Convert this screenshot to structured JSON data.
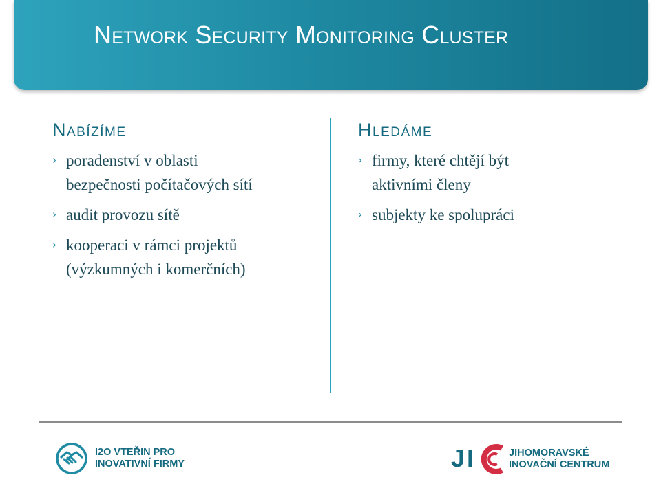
{
  "header": {
    "title": "Network Security Monitoring Cluster",
    "background_color": "#1f8aa3"
  },
  "offer": {
    "heading": "Nabízíme",
    "items": [
      {
        "line1": "poradenství v oblasti",
        "line2": "bezpečnosti počítačových sítí"
      },
      {
        "line1": "audit provozu sítě"
      },
      {
        "line1": "kooperaci v rámci projektů",
        "line2": "(výzkumných i komerčních)"
      }
    ]
  },
  "seek": {
    "heading": "Hledáme",
    "items": [
      {
        "line1": "firmy, které chtějí být",
        "line2": "aktivními členy"
      },
      {
        "line1": "subjekty ke spolupráci"
      }
    ]
  },
  "bullet_glyph": "›",
  "footer": {
    "left_logo": {
      "line1": "I2O VTEŘIN PRO",
      "line2": "INOVATIVNÍ FIRMY",
      "icon": "handshake-icon"
    },
    "right_logo": {
      "mark_j": "J",
      "mark_i": "I",
      "line1": "JIHOMORAVSKÉ",
      "line2": "INOVAČNÍ CENTRUM",
      "accent_color": "#d42e45"
    }
  }
}
